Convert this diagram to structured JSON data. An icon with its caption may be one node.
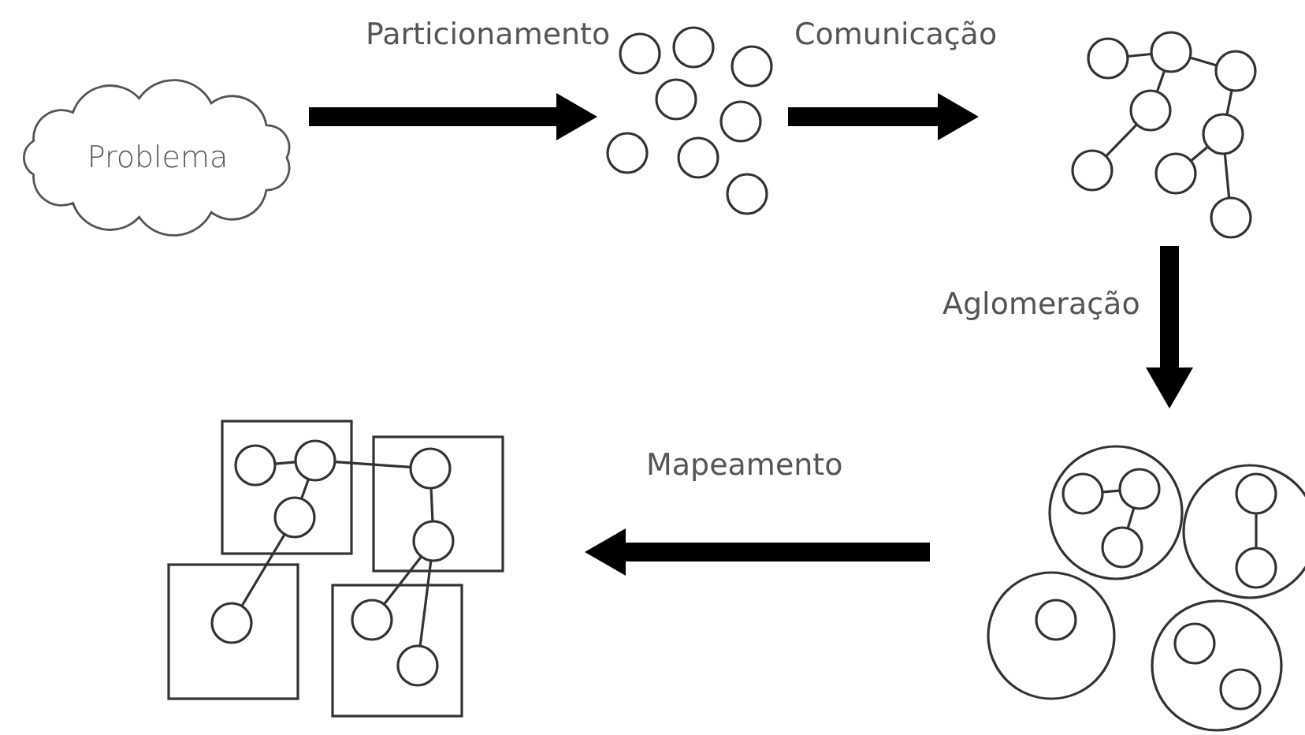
{
  "diagram": {
    "nodes": [
      {
        "text": [
          "Problema"
        ]
      },
      {
        "text": [],
        "shape": "picture"
      },
      {
        "text": [],
        "shape": "picture"
      },
      {
        "text": [],
        "shape": "picture"
      },
      {
        "text": [],
        "shape": "picture"
      }
    ],
    "edges": [
      {
        "from": 0,
        "to": 1,
        "arrow": "to",
        "label": "Particionamento"
      },
      {
        "from": 1,
        "to": 2,
        "arrow": "to",
        "label": "Comunicação"
      },
      {
        "from": 2,
        "to": 3,
        "arrow": "to",
        "label": "Aglomeração"
      },
      {
        "from": 3,
        "to": 4,
        "arrow": "to",
        "label": "Mapeamento"
      }
    ]
  }
}
